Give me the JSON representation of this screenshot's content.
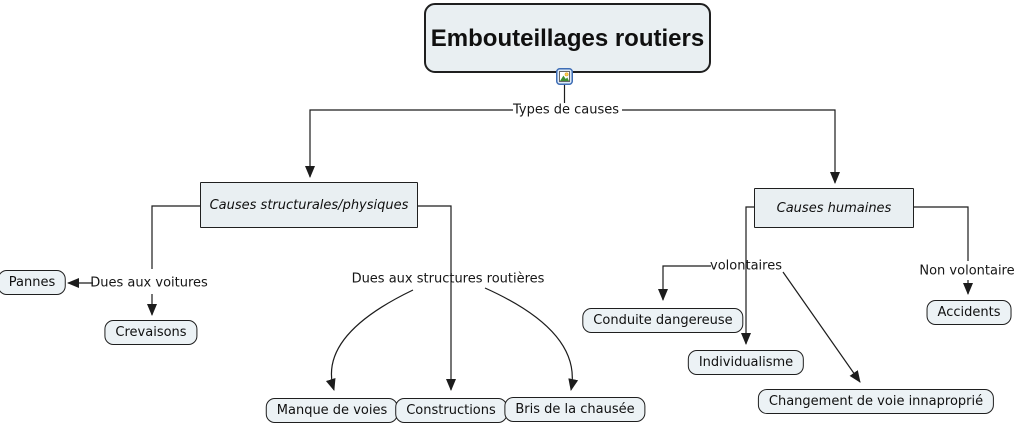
{
  "map": {
    "root": {
      "label": "Embouteillages routiers"
    },
    "icons": {
      "attachment": "image-attachment-icon"
    },
    "category_nodes": {
      "structural": "Causes structurales/physiques",
      "human": "Causes humaines"
    },
    "link_labels": {
      "types": "Types de causes",
      "voitures": "Dues aux voitures",
      "structures": "Dues aux structures routières",
      "volontaires": "volontaires",
      "non_volontaire": "Non volontaire"
    },
    "leaf_nodes": {
      "pannes": "Pannes",
      "crevaisons": "Crevaisons",
      "manque_voies": "Manque de voies",
      "constructions": "Constructions",
      "bris_chaussee": "Bris de la chausée",
      "conduite": "Conduite dangereuse",
      "individualisme": "Individualisme",
      "changement": "Changement de voie innaproprié",
      "accidents": "Accidents"
    },
    "colors": {
      "node_fill": "#ecf2f5",
      "node_border": "#1f1f1f",
      "connector": "#1c1c1c",
      "icon_accent": "#3e6db5",
      "background": "#ffffff"
    }
  }
}
